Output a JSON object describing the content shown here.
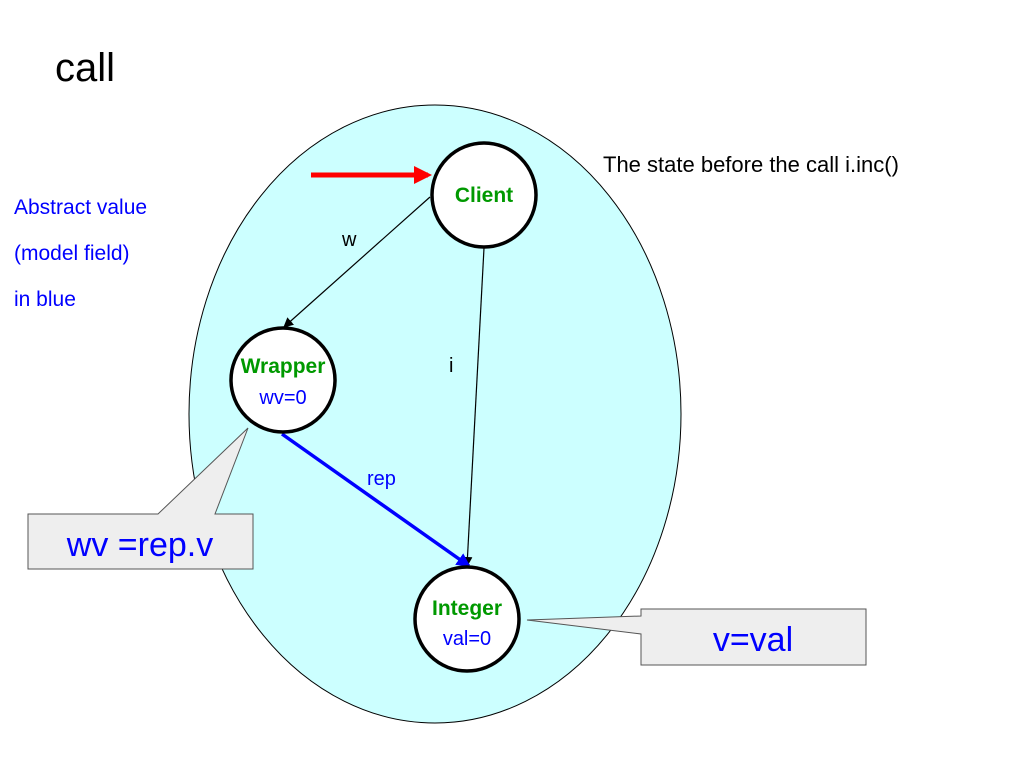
{
  "title": "call",
  "note": "The state before the call i.inc()",
  "legend": [
    "Abstract value",
    "(model field)",
    "in blue"
  ],
  "nodes": {
    "client": {
      "title": "Client"
    },
    "wrapper": {
      "title": "Wrapper",
      "value": "wv=0"
    },
    "integer": {
      "title": "Integer",
      "value": "val=0"
    }
  },
  "edges": {
    "w": "w",
    "i": "i",
    "rep": "rep"
  },
  "callouts": {
    "wrapper": "wv =rep.v",
    "integer": "v=val"
  },
  "colors": {
    "region_fill": "#ccffff",
    "node_title": "#009900",
    "abstract_value": "#0000ff",
    "pointer_arrow": "#ff0000",
    "rep_edge": "#0000ff",
    "callout_fill": "#eeeeee"
  }
}
